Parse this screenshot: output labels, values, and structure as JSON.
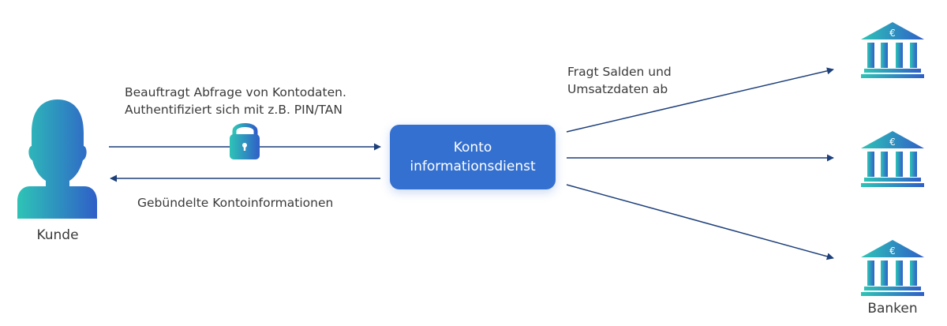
{
  "diagram": {
    "customer": {
      "label": "Kunde",
      "icon": "person-icon"
    },
    "service": {
      "line1": "Konto",
      "line2": "informationsdienst"
    },
    "banks": {
      "label": "Banken",
      "icon": "bank-euro-icon",
      "count": 3
    },
    "request_label": {
      "line1": "Beauftragt Abfrage von Kontodaten.",
      "line2": "Authentifiziert sich mit z.B. PIN/TAN"
    },
    "response_label": "Gebündelte Kontoinformationen",
    "query_label": {
      "line1": "Fragt Salden und",
      "line2": "Umsatzdaten ab"
    },
    "lock_icon": "lock-icon",
    "colors": {
      "arrow": "#1d3f7a",
      "service_box": "#3470cf",
      "gradient_start": "#2ec4b6",
      "gradient_end": "#2f5fc8",
      "text": "#3a3a3a"
    }
  }
}
